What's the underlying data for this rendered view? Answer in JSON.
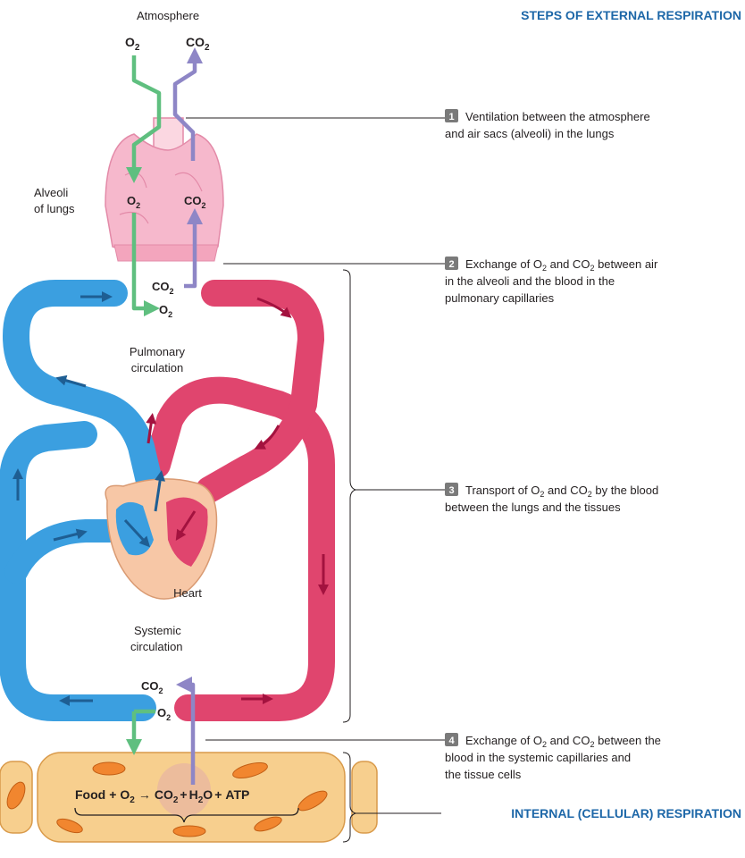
{
  "colors": {
    "oxygen_path": "#5fbf7f",
    "co2_path": "#8e86c6",
    "deoxygenated_blood": "#3b9fe0",
    "oxygenated_blood": "#e0456e",
    "lungs": "#f6b8cc",
    "heart": "#f7c7a6",
    "tissue_cells": "#f7cf8e",
    "heading": "#1d67a8"
  },
  "labels": {
    "atmosphere": "Atmosphere",
    "alveoli_line1": "Alveoli",
    "alveoli_line2": "of lungs",
    "pulmonary_line1": "Pulmonary",
    "pulmonary_line2": "circulation",
    "heart": "Heart",
    "systemic_line1": "Systemic",
    "systemic_line2": "circulation"
  },
  "chem": {
    "o2_base": "O",
    "co2_base": "CO",
    "sub2": "2"
  },
  "equation": {
    "food": "Food",
    "plus1": "+",
    "o2_base": "O",
    "o2_sub": "2",
    "arrow": "→",
    "co2_base": "CO",
    "co2_sub": "2",
    "plus2": "+",
    "h2o_base": "H",
    "h2o_sub": "2",
    "h2o_tail": "O",
    "plus3": "+",
    "atp": "ATP"
  },
  "headings": {
    "external": "STEPS OF EXTERNAL RESPIRATION",
    "internal": "INTERNAL (CELLULAR) RESPIRATION"
  },
  "steps": [
    {
      "number": "1",
      "line1": "Ventilation between the atmosphere",
      "line2": "and air sacs (alveoli) in the lungs"
    },
    {
      "number": "2",
      "line1_a": "Exchange of O",
      "line1_sub1": "2",
      "line1_b": " and CO",
      "line1_sub2": "2",
      "line1_c": " between air",
      "line2": "in the alveoli and the blood in the",
      "line3": "pulmonary capillaries"
    },
    {
      "number": "3",
      "line1_a": "Transport of O",
      "line1_sub1": "2",
      "line1_b": " and CO",
      "line1_sub2": "2",
      "line1_c": " by the blood",
      "line2": "between the lungs and the tissues"
    },
    {
      "number": "4",
      "line1_a": "Exchange of O",
      "line1_sub1": "2",
      "line1_b": " and CO",
      "line1_sub2": "2",
      "line1_c": " between the",
      "line2": "blood in the systemic capillaries and",
      "line3": "the tissue cells"
    }
  ]
}
